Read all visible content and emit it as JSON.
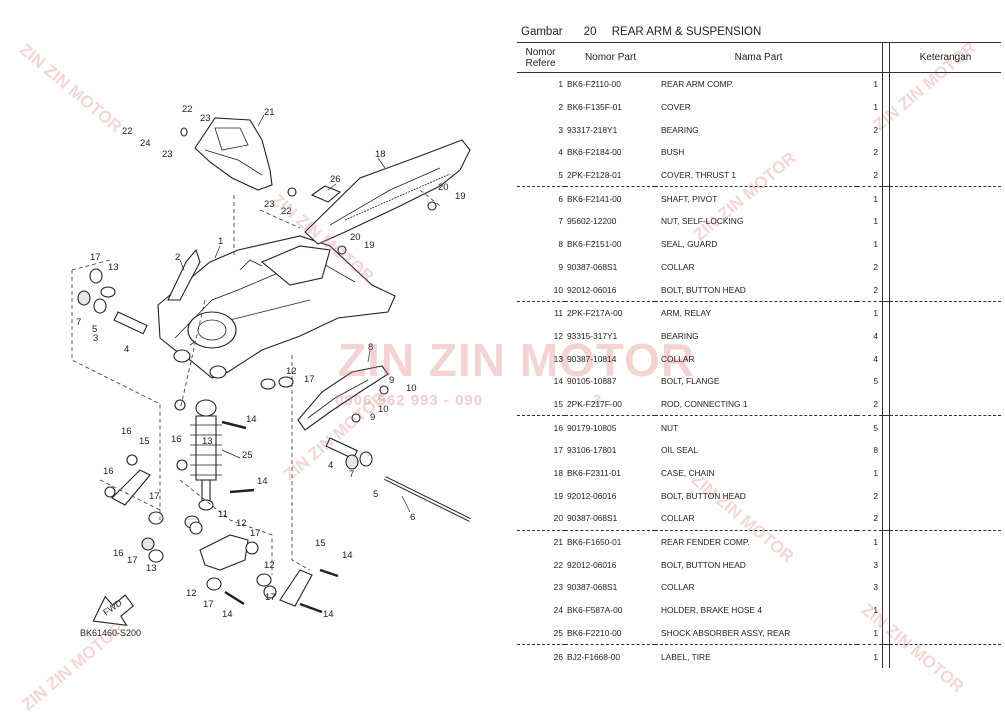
{
  "diagram": {
    "callouts": [
      "1",
      "2",
      "3",
      "4",
      "5",
      "6",
      "7",
      "8",
      "9",
      "10",
      "11",
      "12",
      "13",
      "14",
      "15",
      "16",
      "17",
      "18",
      "19",
      "20",
      "21",
      "22",
      "23",
      "24",
      "25",
      "26"
    ],
    "figure_code": "BK61460-S200",
    "fwd_label": "FWD"
  },
  "watermark": {
    "brand_center": "ZIN ZIN MOTOR",
    "phone_center": "0906 962 993 - 090",
    "phone_center_tail": "3",
    "brand_small": "ZIN ZIN MOTOR"
  },
  "table": {
    "gambar_label": "Gambar",
    "gambar_number": "20",
    "title": "REAR ARM & SUSPENSION",
    "headers": {
      "ref_line1": "Nomor",
      "ref_line2": "Refere",
      "part_no": "Nomor Part",
      "name": "Nama Part",
      "note": "Keterangan"
    },
    "rows": [
      {
        "ref": "1",
        "code": "BK6-F2110-00",
        "name": "REAR ARM COMP.",
        "qty": "1"
      },
      {
        "ref": "2",
        "code": "BK6-F135F-01",
        "name": "COVER",
        "qty": "1"
      },
      {
        "ref": "3",
        "code": "93317-218Y1",
        "name": "BEARING",
        "qty": "2"
      },
      {
        "ref": "4",
        "code": "BK6-F2184-00",
        "name": "BUSH",
        "qty": "2"
      },
      {
        "ref": "5",
        "code": "2PK-F2128-01",
        "name": "COVER, THRUST 1",
        "qty": "2"
      },
      {
        "ref": "6",
        "code": "BK6-F2141-00",
        "name": "SHAFT, PIVOT",
        "qty": "1"
      },
      {
        "ref": "7",
        "code": "95602-12200",
        "name": "NUT, SELF-LOCKING",
        "qty": "1"
      },
      {
        "ref": "8",
        "code": "BK6-F2151-00",
        "name": "SEAL, GUARD",
        "qty": "1"
      },
      {
        "ref": "9",
        "code": "90387-068S1",
        "name": "COLLAR",
        "qty": "2"
      },
      {
        "ref": "10",
        "code": "92012-06016",
        "name": "BOLT, BUTTON HEAD",
        "qty": "2"
      },
      {
        "ref": "11",
        "code": "2PK-F217A-00",
        "name": "ARM, RELAY",
        "qty": "1"
      },
      {
        "ref": "12",
        "code": "93315-317Y1",
        "name": "BEARING",
        "qty": "4"
      },
      {
        "ref": "13",
        "code": "90387-10814",
        "name": "COLLAR",
        "qty": "4"
      },
      {
        "ref": "14",
        "code": "90105-10887",
        "name": "BOLT, FLANGE",
        "qty": "5"
      },
      {
        "ref": "15",
        "code": "2PK-F217F-00",
        "name": "ROD, CONNECTING 1",
        "qty": "2"
      },
      {
        "ref": "16",
        "code": "90179-10805",
        "name": "NUT",
        "qty": "5"
      },
      {
        "ref": "17",
        "code": "93106-17801",
        "name": "OIL SEAL",
        "qty": "8"
      },
      {
        "ref": "18",
        "code": "BK6-F2311-01",
        "name": "CASE, CHAIN",
        "qty": "1"
      },
      {
        "ref": "19",
        "code": "92012-06016",
        "name": "BOLT, BUTTON HEAD",
        "qty": "2"
      },
      {
        "ref": "20",
        "code": "90387-068S1",
        "name": "COLLAR",
        "qty": "2"
      },
      {
        "ref": "21",
        "code": "BK6-F1650-01",
        "name": "REAR FENDER COMP.",
        "qty": "1"
      },
      {
        "ref": "22",
        "code": "92012-06016",
        "name": "BOLT, BUTTON HEAD",
        "qty": "3"
      },
      {
        "ref": "23",
        "code": "90387-068S1",
        "name": "COLLAR",
        "qty": "3"
      },
      {
        "ref": "24",
        "code": "BK6-F587A-00",
        "name": "HOLDER, BRAKE HOSE 4",
        "qty": "1"
      },
      {
        "ref": "25",
        "code": "BK6-F2210-00",
        "name": "SHOCK ABSORBER ASSY, REAR",
        "qty": "1"
      },
      {
        "ref": "26",
        "code": "BJ2-F1668-00",
        "name": "LABEL, TIRE",
        "qty": "1"
      }
    ]
  }
}
